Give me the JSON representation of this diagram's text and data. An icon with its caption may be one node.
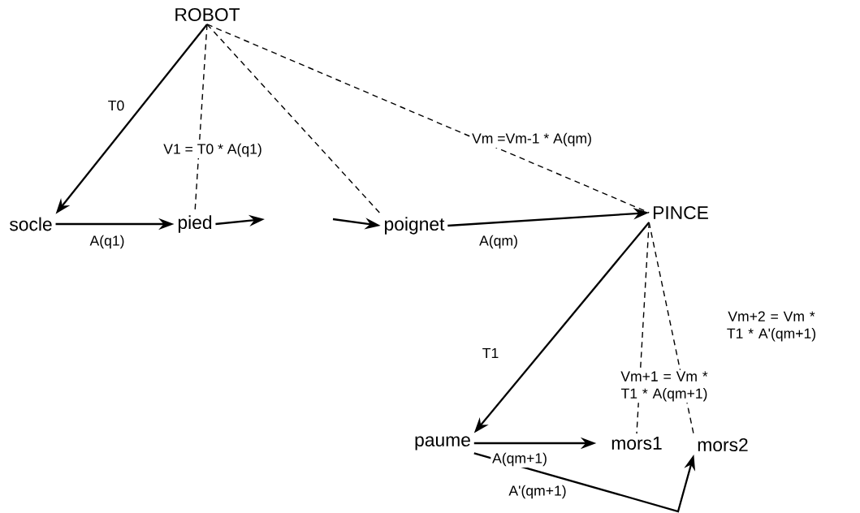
{
  "diagram": {
    "nodes": [
      {
        "text": [
          "ROBOT"
        ]
      },
      {
        "text": [
          "socle"
        ]
      },
      {
        "text": [
          "pied"
        ]
      },
      {
        "text": [
          "poignet"
        ]
      },
      {
        "text": [
          "PINCE"
        ]
      },
      {
        "text": [
          "paume"
        ]
      },
      {
        "text": [
          "mors1"
        ]
      },
      {
        "text": [
          "mors2"
        ]
      }
    ],
    "edges": [
      {
        "from": 0,
        "to": 1,
        "arrow": "to",
        "label": "T0"
      },
      {
        "from": 0,
        "to": 2,
        "arrow": "none",
        "style": "dashed",
        "label": "V1 = T0 * A(q1)"
      },
      {
        "from": 0,
        "to": 3,
        "arrow": "none",
        "style": "dashed"
      },
      {
        "from": 0,
        "to": 4,
        "arrow": "none",
        "style": "dashed",
        "label": "Vm =Vm-1 * A(qm)"
      },
      {
        "from": 1,
        "to": 2,
        "arrow": "to",
        "label": "A(q1)"
      },
      {
        "from": 2,
        "to": null,
        "arrow": "to"
      },
      {
        "from": null,
        "to": 3,
        "arrow": "to"
      },
      {
        "from": 3,
        "to": 4,
        "arrow": "to",
        "label": "A(qm)"
      },
      {
        "from": 4,
        "to": 5,
        "arrow": "to",
        "label": "T1"
      },
      {
        "from": 4,
        "to": 6,
        "arrow": "none",
        "style": "dashed",
        "label": "Vm+1 = Vm * T1 * A(qm+1)"
      },
      {
        "from": 4,
        "to": 7,
        "arrow": "none",
        "style": "dashed",
        "label": "Vm+2 = Vm * T1 * A'(qm+1)"
      },
      {
        "from": 5,
        "to": 6,
        "arrow": "to",
        "label": "A(qm+1)"
      },
      {
        "from": 5,
        "to": 7,
        "arrow": "to",
        "label": "A'(qm+1)"
      }
    ]
  }
}
